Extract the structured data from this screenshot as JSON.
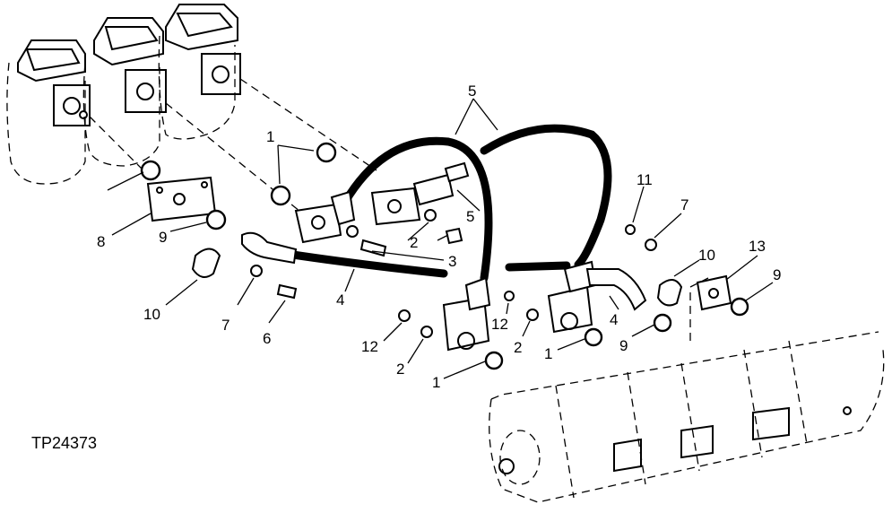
{
  "figure_code": "TP24373",
  "callouts": {
    "c1": "1",
    "c2": "2",
    "c3": "3",
    "c4": "4",
    "c5": "5",
    "c6": "6",
    "c7": "7",
    "c8": "8",
    "c9": "9",
    "c10": "10",
    "c11": "11",
    "c12": "12",
    "c13": "13"
  }
}
